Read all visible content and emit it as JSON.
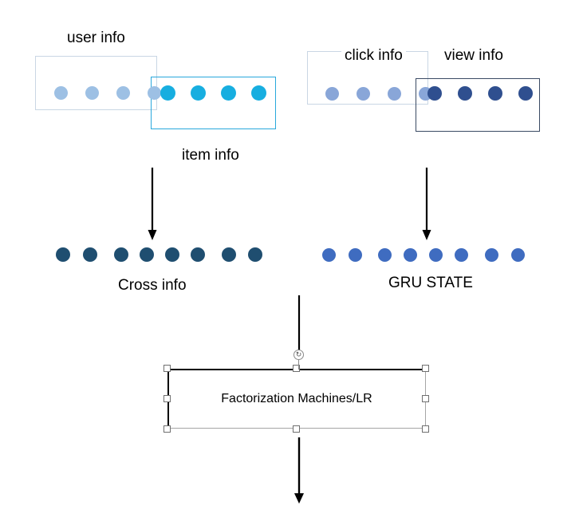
{
  "diagram": {
    "title_text_color": "#000000",
    "background": "#ffffff",
    "labels": {
      "user_info": "user info",
      "item_info": "item info",
      "click_info": "click info",
      "view_info": "view info",
      "cross_info": "Cross info",
      "gru_state": "GRU STATE",
      "model_box": "Factorization Machines/LR"
    },
    "colors": {
      "user_dot": "#9dc0e4",
      "item_dot": "#17aee0",
      "click_dot": "#89a6d8",
      "view_dot": "#2f4f8f",
      "cross_dot": "#1f4e70",
      "gru_dot": "#3f6cc0",
      "user_box_border": "#c9d6e4",
      "item_box_border": "#29a8dc",
      "click_box_border": "#c9d6e4",
      "view_box_border": "#3a4a63",
      "arrow": "#000000",
      "handle_fill": "#ffffff",
      "handle_border": "#6f6f6f"
    },
    "groups": [
      {
        "name": "user-info-group",
        "label": "user info",
        "dot_color": "#9dc0e4",
        "dot_count": 4
      },
      {
        "name": "item-info-group",
        "label": "item info",
        "dot_color": "#17aee0",
        "dot_count": 4
      },
      {
        "name": "click-info-group",
        "label": "click info",
        "dot_color": "#89a6d8",
        "dot_count": 4
      },
      {
        "name": "view-info-group",
        "label": "view info",
        "dot_color": "#2f4f8f",
        "dot_count": 4
      }
    ],
    "vectors": [
      {
        "name": "cross-info-vector",
        "label": "Cross info",
        "dot_color": "#1f4e70",
        "dot_count": 8
      },
      {
        "name": "gru-state-vector",
        "label": "GRU STATE",
        "dot_color": "#3f6cc0",
        "dot_count": 8
      }
    ],
    "model": {
      "label": "Factorization Machines/LR",
      "selected": true,
      "handle_count": 8,
      "rotation_handle_glyph": "↻"
    },
    "arrows": [
      {
        "name": "arrow-item-to-cross"
      },
      {
        "name": "arrow-view-to-gru"
      },
      {
        "name": "arrow-cross-to-model"
      },
      {
        "name": "arrow-model-out"
      }
    ]
  }
}
